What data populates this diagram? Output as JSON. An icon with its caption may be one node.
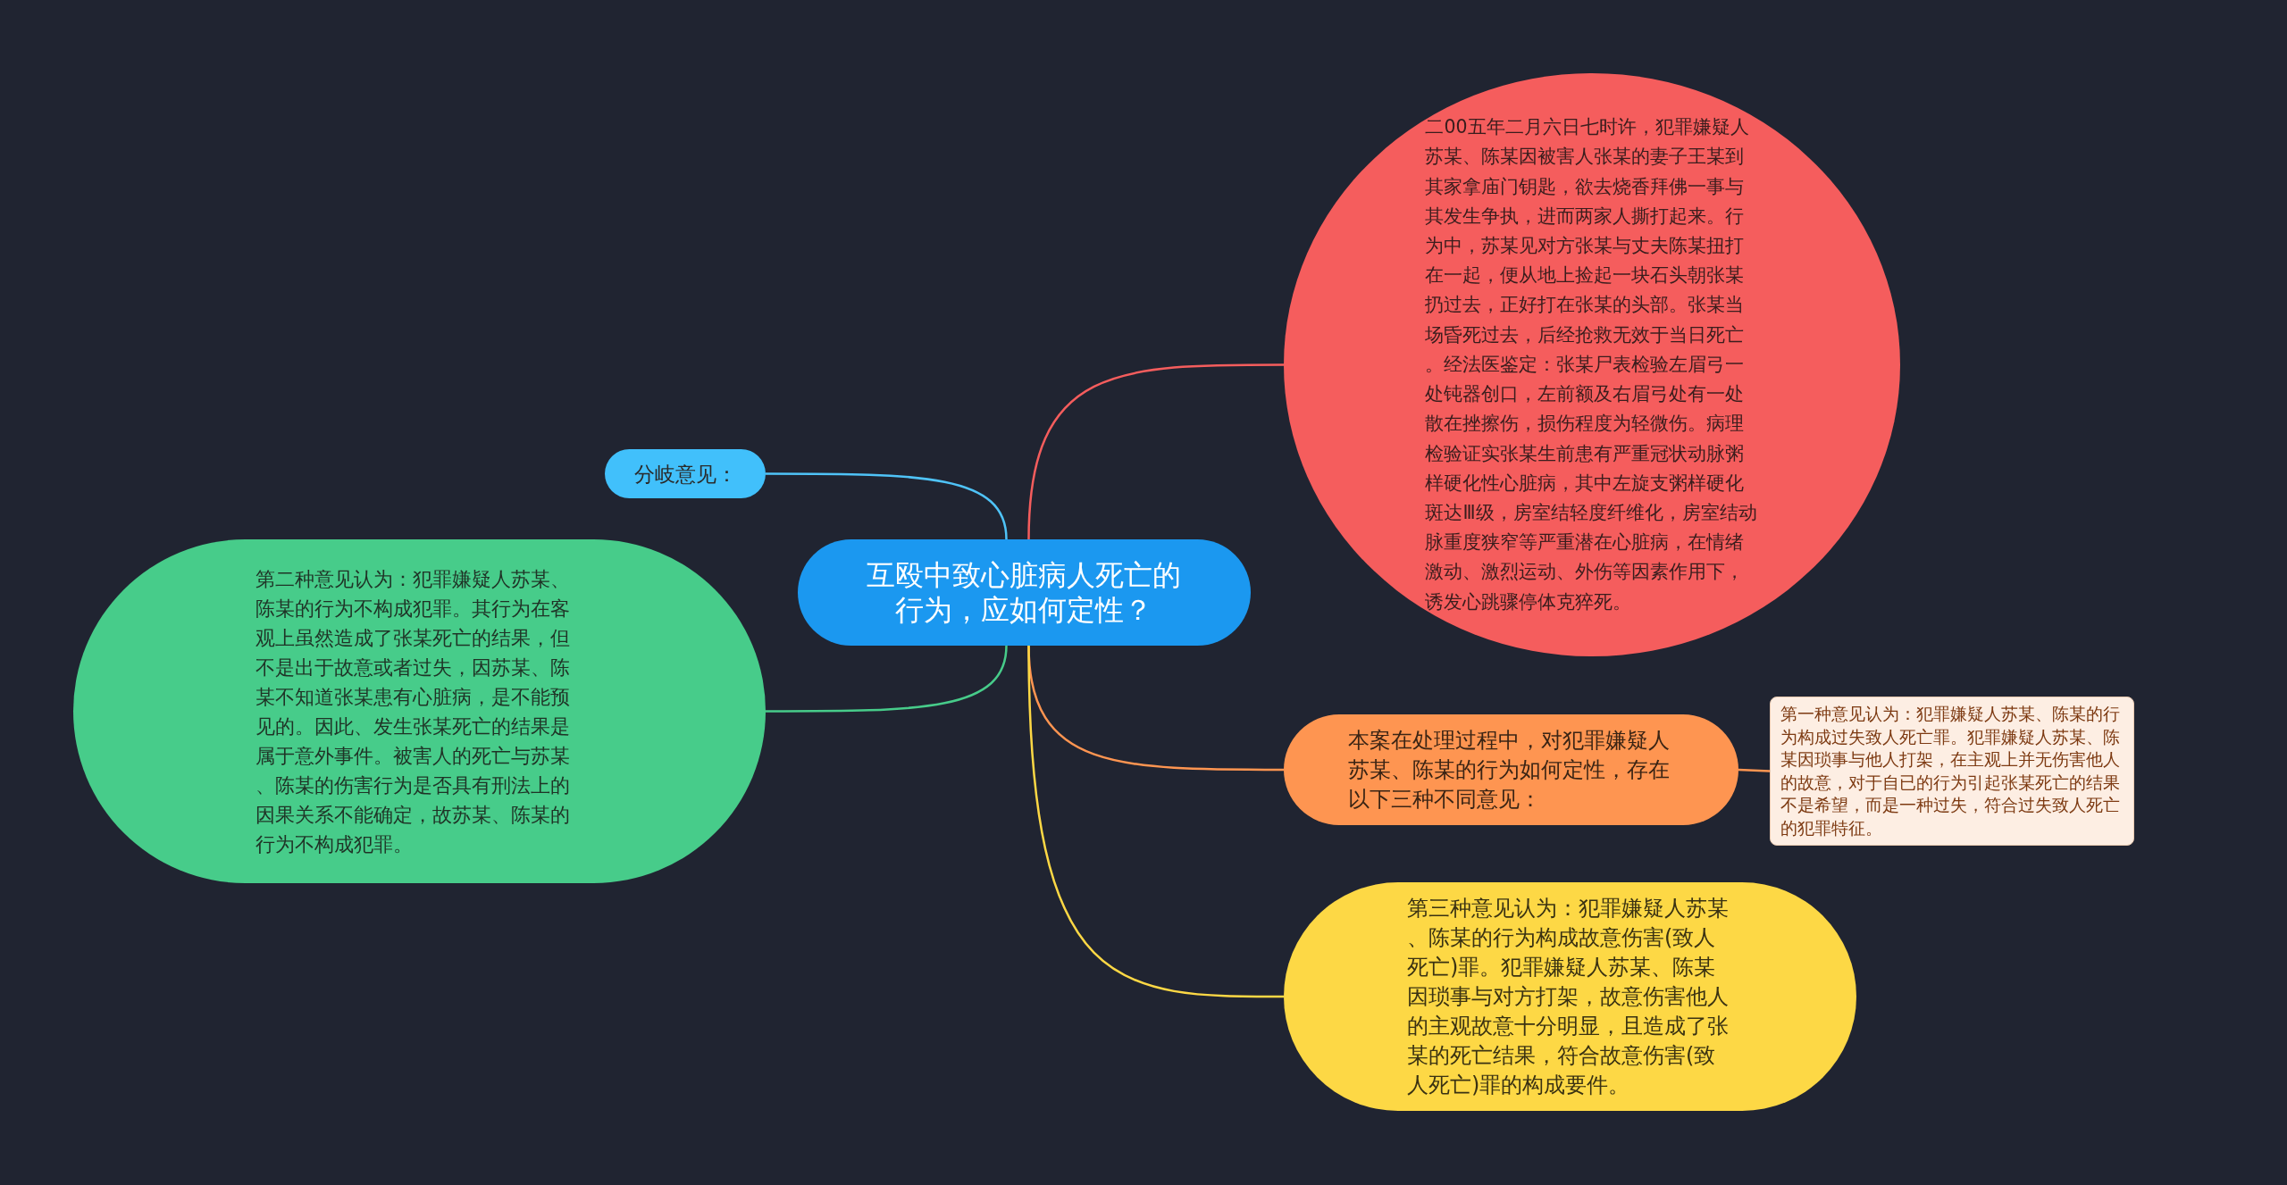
{
  "diagram": {
    "nodes": [
      {
        "text": [
          "互殴中致心脏病人死亡的行为，应如何定性？"
        ]
      },
      {
        "text": [
          "分岐意见："
        ]
      },
      {
        "text": [
          "第二种意见认为：犯罪嫌疑人苏某、陈某的行为不构成犯罪。其行为在客观上虽然造成了张某死亡的结果，但不是出于故意或者过失，因苏某、陈某不知道张某患有心脏病，是不能预见的。因此、发生张某死亡的结果是属于意外事件。被害人的死亡与苏某、陈某的伤害行为是否具有刑法上的因果关系不能确定，故苏某、陈某的行为不构成犯罪。"
        ]
      },
      {
        "text": [
          "二00五年二月六日七时许，犯罪嫌疑人苏某、陈某因被害人张某的妻子王某到其家拿庙门钥匙，欲去烧香拜佛一事与其发生争执，进而两家人撕打起来。行为中，苏某见对方张某与丈夫陈某扭打在一起，便从地上捡起一块石头朝张某扔过去，正好打在张某的头部。张某当场昏死过去，后经抢救无效于当日死亡。经法医鉴定：张某尸表检验左眉弓一处钝器创口，左前额及右眉弓处有一处散在挫擦伤，损伤程度为轻微伤。病理检验证实张某生前患有严重冠状动脉粥样硬化性心脏病，其中左旋支粥样硬化斑达Ⅲ级，房室结轻度纤维化，房室结动脉重度狭窄等严重潜在心脏病，在情绪激动、激烈运动、外伤等因素作用下，诱发心跳骤停体克猝死。"
        ]
      },
      {
        "text": [
          "本案在处理过程中，对犯罪嫌疑人苏某、陈某的行为如何定性，存在以下三种不同意见："
        ]
      },
      {
        "text": [
          "第一种意见认为：犯罪嫌疑人苏某、陈某的行为构成过失致人死亡罪。犯罪嫌疑人苏某、陈某因琐事与他人打架，在主观上并无伤害他人的故意，对于自已的行为引起张某死亡的结果不是希望，而是一种过失，符合过失致人死亡的犯罪特征。"
        ]
      },
      {
        "text": [
          "第三种意见认为：犯罪嫌疑人苏某、陈某的行为构成故意伤害(致人死亡)罪。犯罪嫌疑人苏某、陈某因琐事与对方打架，故意伤害他人的主观故意十分明显，且造成了张某的死亡结果，符合故意伤害(致人死亡)罪的构成要件。"
        ]
      }
    ],
    "edges": [
      {
        "from": 0,
        "to": 1,
        "arrow": "none",
        "color": "#4fc3f7"
      },
      {
        "from": 0,
        "to": 2,
        "arrow": "none",
        "color": "#47cc8a"
      },
      {
        "from": 0,
        "to": 3,
        "arrow": "none",
        "color": "#f55d5d"
      },
      {
        "from": 0,
        "to": 4,
        "arrow": "none",
        "color": "#fe9551"
      },
      {
        "from": 4,
        "to": 5,
        "arrow": "none",
        "color": "#fe9551"
      },
      {
        "from": 0,
        "to": 6,
        "arrow": "none",
        "color": "#fdd845"
      }
    ]
  }
}
